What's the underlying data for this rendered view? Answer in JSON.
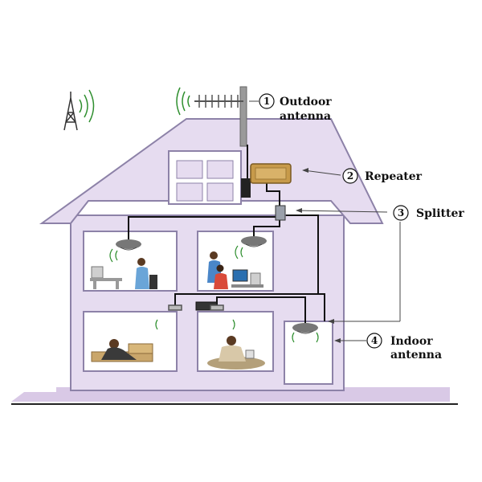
{
  "colors": {
    "house_fill": "#e6dcf0",
    "house_stroke": "#8d82a8",
    "ground": "#d9c9e6",
    "room_bg": "#ffffff",
    "cable": "#111111",
    "signal": "#2f8f2f",
    "repeater": "#c79a4a",
    "callout_line": "#444444"
  },
  "callouts": [
    {
      "number": "1",
      "label_lines": [
        "Outdoor",
        "antenna"
      ]
    },
    {
      "number": "2",
      "label_lines": [
        "Repeater"
      ]
    },
    {
      "number": "3",
      "label_lines": [
        "Splitter"
      ]
    },
    {
      "number": "4",
      "label_lines": [
        "Indoor",
        "antenna"
      ]
    }
  ],
  "icons": {
    "tower": "cell-tower-icon",
    "outdoor_antenna": "yagi-antenna-icon",
    "repeater": "repeater-box-icon",
    "splitter": "splitter-icon",
    "indoor_antenna": "ceiling-antenna-icon"
  }
}
